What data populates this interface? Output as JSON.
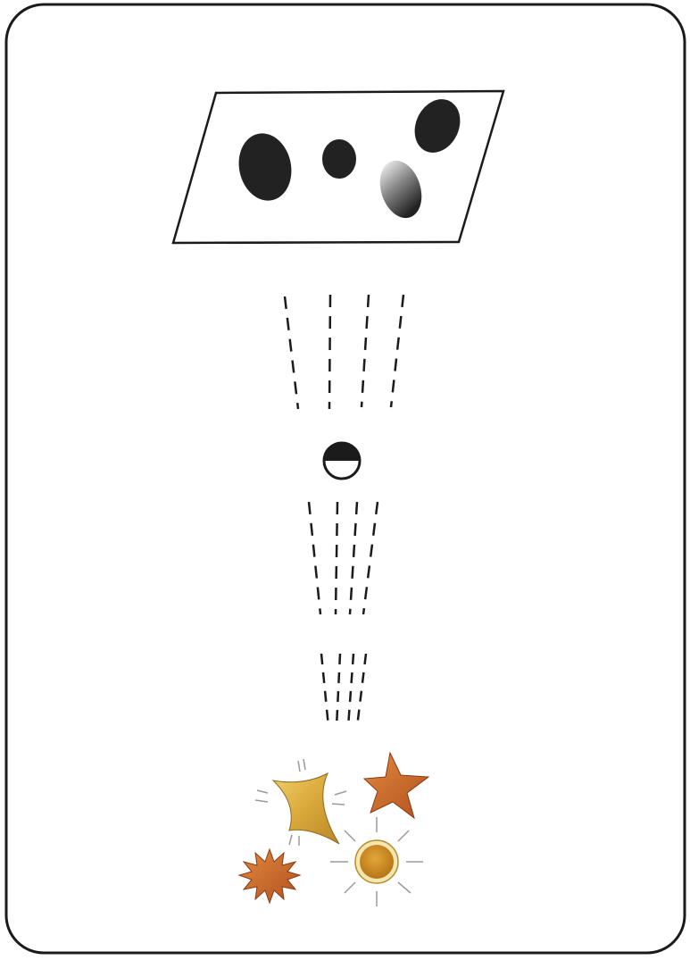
{
  "colors": {
    "background": "#ffffff",
    "ink": "#1b1b1b",
    "gold": "#d9a83a",
    "gold_light": "#f0cf6a",
    "copper": "#c8642a",
    "copper_light": "#e08a3e",
    "sun_center": "#c98a1f"
  },
  "icons": {
    "card": "rounded-card-frame",
    "plate": "parallelogram-plate-with-spots",
    "lens": "half-filled-circle-lens",
    "rays": "dashed-converging-rays",
    "sparkles": [
      "four-point-sparkle-gold",
      "five-point-star-copper",
      "spiky-starburst-copper",
      "sun-with-rays-gold"
    ]
  }
}
